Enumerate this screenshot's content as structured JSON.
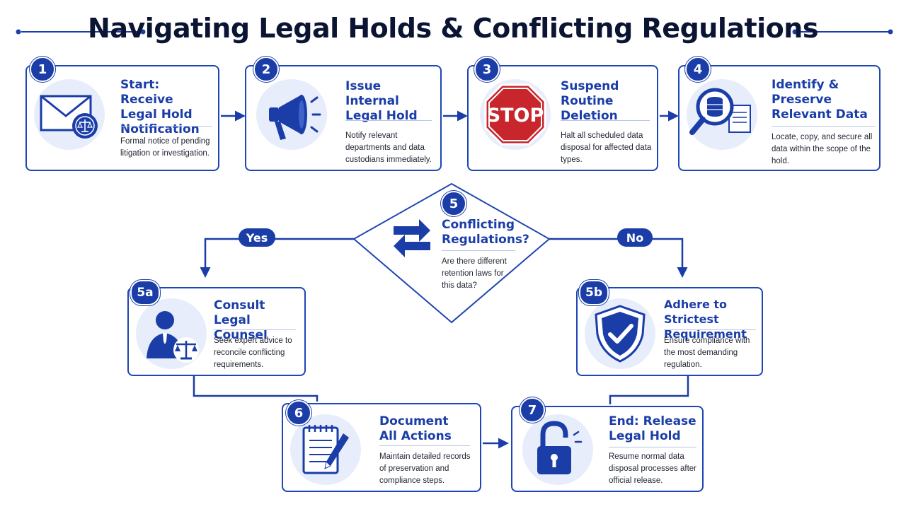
{
  "title": "Navigating Legal Holds & Conflicting Regulations",
  "steps": [
    {
      "num": "1",
      "title": "Start: Receive Legal Hold Notification",
      "desc": "Formal notice of pending litigation or investigation.",
      "icon": "envelope-with-seal-icon"
    },
    {
      "num": "2",
      "title": "Issue Internal Legal Hold",
      "desc": "Notify relevant departments and data custodians immediately.",
      "icon": "megaphone-icon"
    },
    {
      "num": "3",
      "title": "Suspend Routine Deletion",
      "desc": "Halt all scheduled data disposal for affected data types.",
      "icon": "stop-sign-icon",
      "icon_text": "STOP"
    },
    {
      "num": "4",
      "title": "Identify & Preserve Relevant Data",
      "desc": "Locate, copy, and secure all data within the scope of the hold.",
      "icon": "magnifier-database-icon"
    }
  ],
  "decision": {
    "num": "5",
    "title": "Conflicting Regulations?",
    "desc": "Are there different retention laws for this data?",
    "icon": "swap-arrows-icon",
    "yes_label": "Yes",
    "no_label": "No"
  },
  "branch_a": {
    "num": "5a",
    "title": "Consult Legal Counsel",
    "desc": "Seek expert advice to reconcile conflicting requirements.",
    "icon": "lawyer-scales-icon"
  },
  "branch_b": {
    "num": "5b",
    "title": "Adhere to Strictest Requirement",
    "desc": "Ensure compliance with the most demanding regulation.",
    "icon": "shield-check-icon"
  },
  "step6": {
    "num": "6",
    "title": "Document All Actions",
    "desc": "Maintain detailed records of preservation and compliance steps.",
    "icon": "notepad-pen-icon"
  },
  "step7": {
    "num": "7",
    "title": "End: Release Legal Hold",
    "desc": "Resume normal data disposal processes after official release.",
    "icon": "open-padlock-icon"
  },
  "colors": {
    "primary": "#1a3da8",
    "border": "#1e46b4",
    "light": "#e7edfb",
    "stop": "#c9252c",
    "title": "#0b1533"
  }
}
